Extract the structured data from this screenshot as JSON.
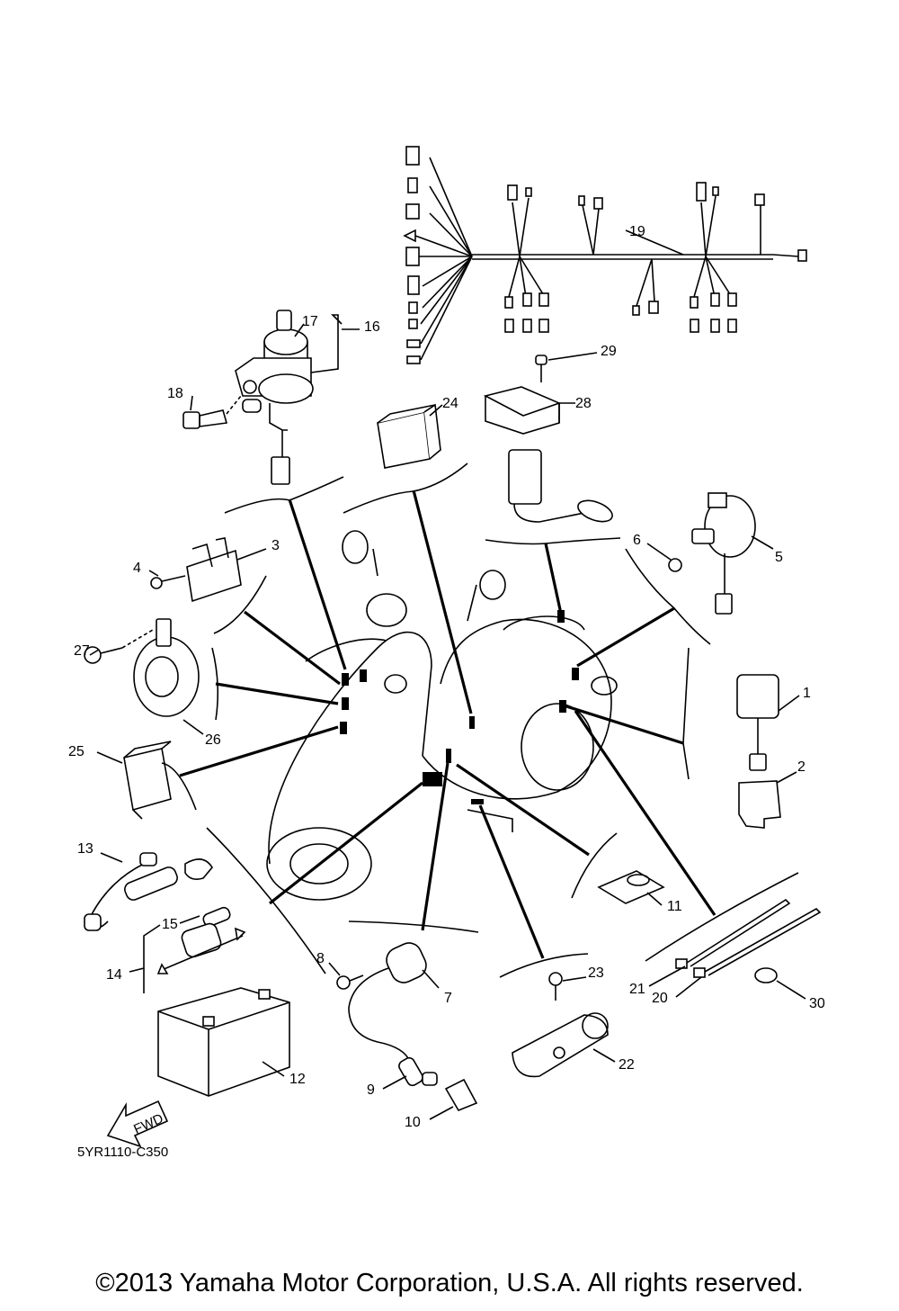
{
  "diagram_code": "5YR1110-C350",
  "copyright": "©2013 Yamaha Motor Corporation, U.S.A. All rights reserved.",
  "fwd_label": "FWD",
  "callouts": [
    "1",
    "2",
    "3",
    "4",
    "5",
    "6",
    "7",
    "8",
    "9",
    "10",
    "11",
    "12",
    "13",
    "14",
    "15",
    "16",
    "17",
    "18",
    "19",
    "20",
    "21",
    "22",
    "23",
    "24",
    "25",
    "26",
    "27",
    "28",
    "29",
    "30"
  ]
}
